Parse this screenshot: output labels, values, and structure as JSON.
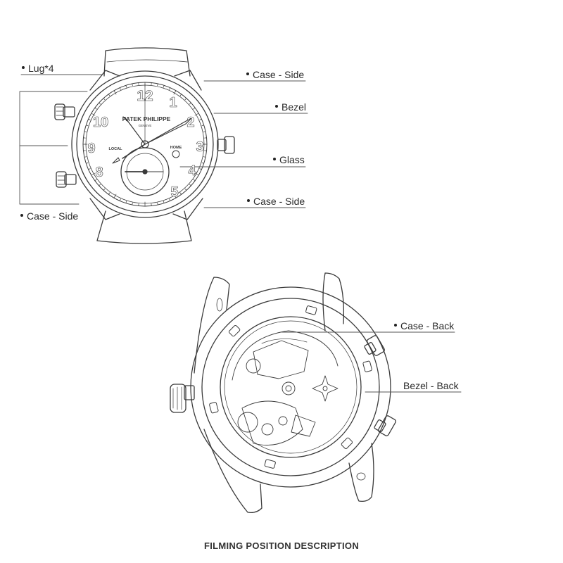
{
  "front_view": {
    "brand_text": "PATEK PHILIPPE",
    "brand_sub": "GENEVE",
    "subdial_left_label": "LOCAL",
    "subdial_right_label": "HOME",
    "hour_numerals": [
      "12",
      "1",
      "2",
      "3",
      "4",
      "5",
      "8",
      "9",
      "10"
    ],
    "labels": {
      "lug": "Lug*4",
      "case_side_top": "Case - Side",
      "bezel": "Bezel",
      "glass": "Glass",
      "case_side_right": "Case - Side",
      "case_side_left": "Case - Side"
    }
  },
  "back_view": {
    "labels": {
      "case_back": "Case - Back",
      "bezel_back": "Bezel - Back"
    }
  },
  "caption": "FILMING POSITION DESCRIPTION"
}
